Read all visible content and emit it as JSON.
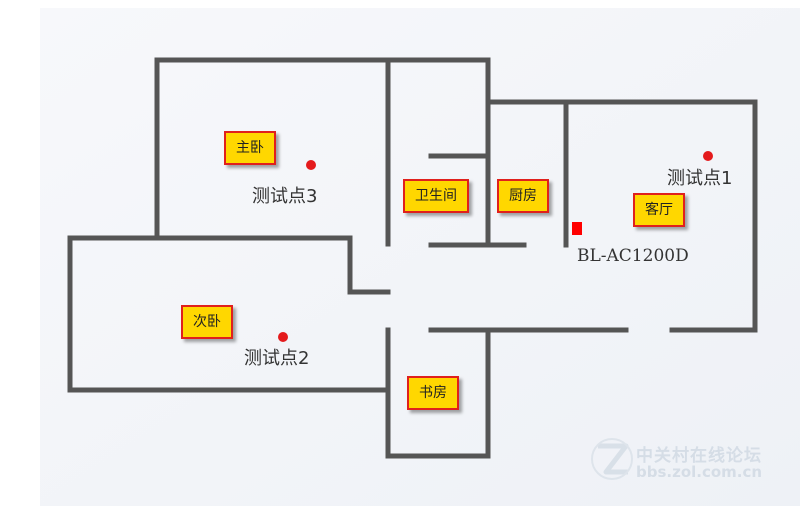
{
  "rooms": {
    "master_bedroom": "主卧",
    "bathroom": "卫生间",
    "kitchen": "厨房",
    "living_room": "客厅",
    "second_bedroom": "次卧",
    "study": "书房"
  },
  "test_points": {
    "p1": "测试点1",
    "p2": "测试点2",
    "p3": "测试点3"
  },
  "router": {
    "model": "BL-AC1200D"
  },
  "watermark": {
    "name": "中关村在线论坛",
    "url": "bbs.zol.com.cn"
  },
  "colors": {
    "wall": "#555555",
    "floor": "#f2f4f8",
    "label_fill": "#ffd700",
    "label_border": "#e0201c",
    "test_point": "#e41a1c",
    "router": "#ff0000"
  }
}
